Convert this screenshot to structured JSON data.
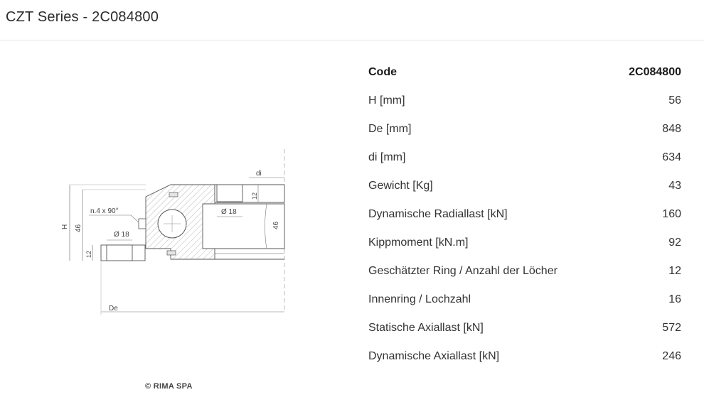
{
  "header": {
    "title": "CZT Series - 2C084800"
  },
  "drawing": {
    "labels": {
      "H": "H",
      "dim_46_left": "46",
      "dim_12": "12",
      "holes": "n.4 x 90°",
      "d18_outer": "Ø 18",
      "d18_inner": "Ø 18",
      "dim_12_inner": "12",
      "dim_46_right": "46",
      "di": "di",
      "De": "De"
    }
  },
  "copyright": "© RIMA SPA",
  "specs": {
    "header": {
      "label": "Code",
      "value": "2C084800"
    },
    "rows": [
      {
        "label": "H [mm]",
        "value": "56"
      },
      {
        "label": "De [mm]",
        "value": "848"
      },
      {
        "label": "di [mm]",
        "value": "634"
      },
      {
        "label": "Gewicht [Kg]",
        "value": "43"
      },
      {
        "label": "Dynamische Radiallast [kN]",
        "value": "160"
      },
      {
        "label": "Kippmoment [kN.m]",
        "value": "92"
      },
      {
        "label": "Geschätzter Ring / Anzahl der Löcher",
        "value": "12"
      },
      {
        "label": "Innenring / Lochzahl",
        "value": "16"
      },
      {
        "label": "Statische Axiallast [kN]",
        "value": "572"
      },
      {
        "label": "Dynamische Axiallast [kN]",
        "value": "246"
      }
    ]
  }
}
